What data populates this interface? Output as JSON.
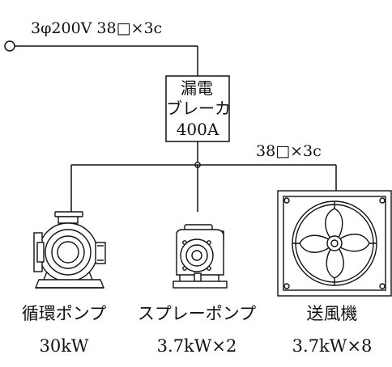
{
  "supply": {
    "label": "3φ200V  38□×3c"
  },
  "breaker": {
    "line1": "漏電",
    "line2": "ブレーカ",
    "rating": "400A"
  },
  "branch": {
    "cable_label": "38□×3c"
  },
  "loads": [
    {
      "name": "循環ポンプ",
      "rating": "30kW"
    },
    {
      "name": "スプレーポンプ",
      "rating": "3.7kW×2"
    },
    {
      "name": "送風機",
      "rating": "3.7kW×8"
    }
  ]
}
